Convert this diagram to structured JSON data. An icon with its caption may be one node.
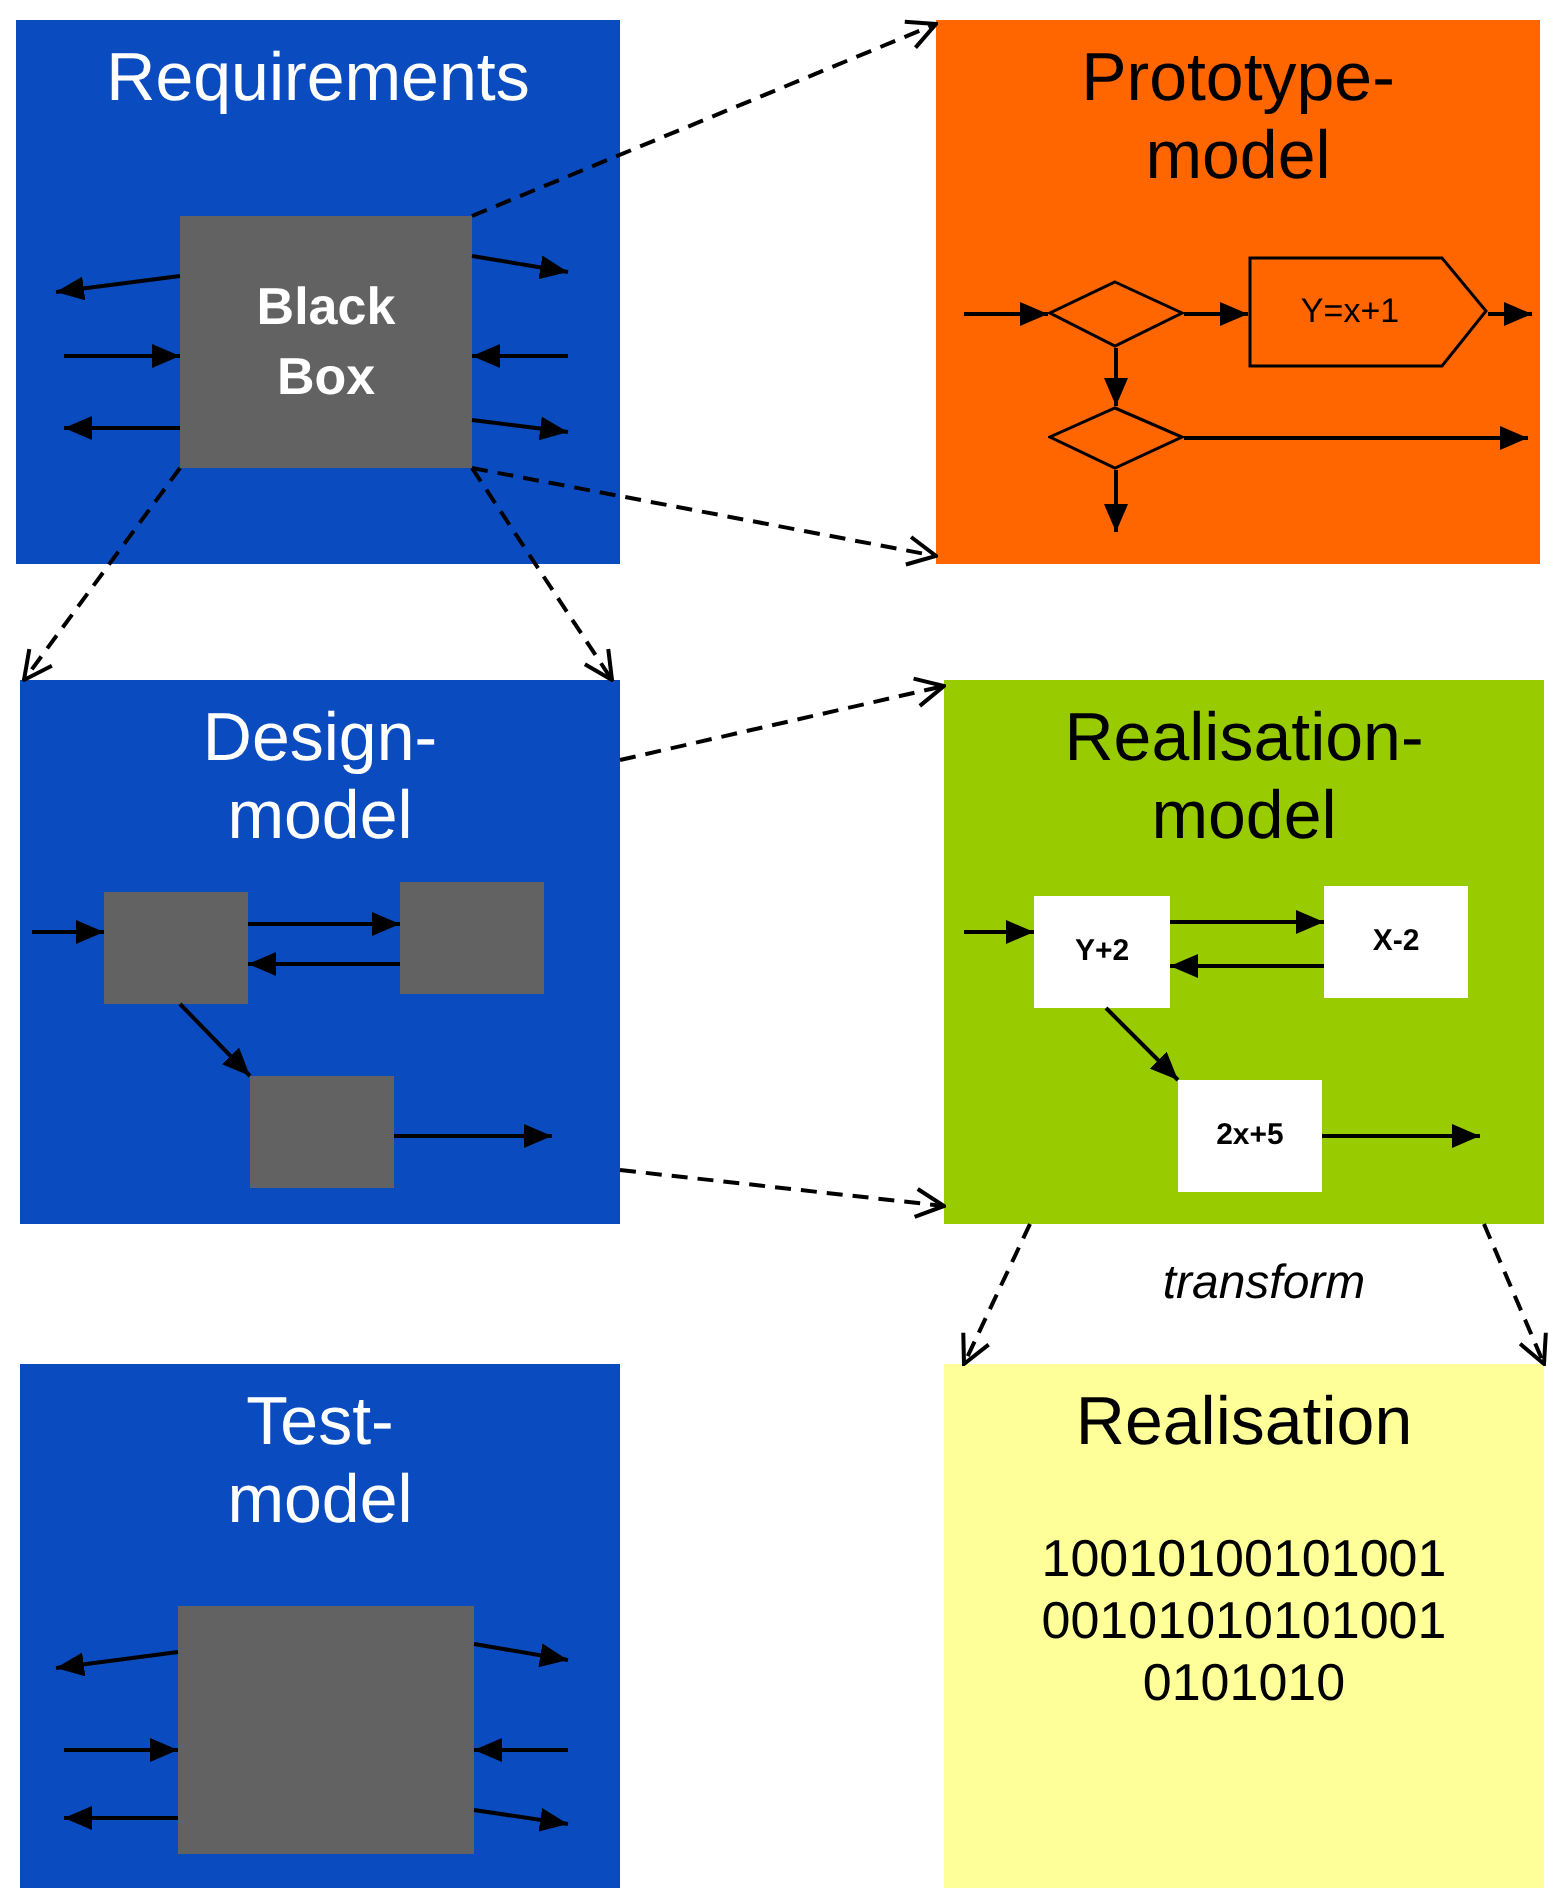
{
  "diagram": {
    "nodes": [
      {
        "text": [
          "Requirements"
        ]
      },
      {
        "text": [
          "Black Box"
        ],
        "in": 0
      },
      {
        "text": [
          "Prototype-model"
        ]
      },
      {
        "text": [],
        "shape": "diamond",
        "in": 2
      },
      {
        "text": [
          "Y=x+1"
        ],
        "in": 2
      },
      {
        "text": [],
        "shape": "diamond",
        "in": 2
      },
      {
        "text": [
          "Design-model"
        ]
      },
      {
        "text": [],
        "shape": "box",
        "in": 6
      },
      {
        "text": [],
        "shape": "box",
        "in": 6
      },
      {
        "text": [],
        "shape": "box",
        "in": 6
      },
      {
        "text": [
          "Realisation-model"
        ]
      },
      {
        "text": [
          "Y+2"
        ],
        "in": 10
      },
      {
        "text": [
          "X-2"
        ],
        "in": 10
      },
      {
        "text": [
          "2x+5"
        ],
        "in": 10
      },
      {
        "text": [
          "Realisation",
          "10010100101001 00101010101001 0101010"
        ]
      },
      {
        "text": [
          "Test-model"
        ]
      },
      {
        "text": [],
        "shape": "box",
        "in": 15
      }
    ],
    "edges": [
      {
        "from": 1,
        "to": 2,
        "arrow": "to",
        "style": "dashed"
      },
      {
        "from": 1,
        "to": 2,
        "arrow": "to",
        "style": "dashed"
      },
      {
        "from": 1,
        "to": 6,
        "arrow": "to",
        "style": "dashed"
      },
      {
        "from": 1,
        "to": 6,
        "arrow": "to",
        "style": "dashed"
      },
      {
        "from": 6,
        "to": 10,
        "arrow": "to",
        "style": "dashed"
      },
      {
        "from": 6,
        "to": 10,
        "arrow": "to",
        "style": "dashed"
      },
      {
        "from": 10,
        "to": 14,
        "arrow": "to",
        "style": "dashed"
      },
      {
        "from": 10,
        "to": 14,
        "arrow": "to",
        "style": "dashed"
      },
      {
        "from": 1,
        "to": null,
        "arrow": "to"
      },
      {
        "from": null,
        "to": 1,
        "arrow": "to"
      },
      {
        "from": 1,
        "to": null,
        "arrow": "to"
      },
      {
        "from": 1,
        "to": null,
        "arrow": "to"
      },
      {
        "from": null,
        "to": 1,
        "arrow": "to"
      },
      {
        "from": 1,
        "to": null,
        "arrow": "to"
      },
      {
        "from": null,
        "to": 3,
        "arrow": "to"
      },
      {
        "from": 3,
        "to": 4,
        "arrow": "to"
      },
      {
        "from": 4,
        "to": null,
        "arrow": "to"
      },
      {
        "from": 3,
        "to": 5,
        "arrow": "to"
      },
      {
        "from": 5,
        "to": null,
        "arrow": "to"
      },
      {
        "from": 5,
        "to": null,
        "arrow": "to"
      },
      {
        "from": null,
        "to": 7,
        "arrow": "to"
      },
      {
        "from": 7,
        "to": 8,
        "arrow": "to"
      },
      {
        "from": 8,
        "to": 7,
        "arrow": "to"
      },
      {
        "from": 7,
        "to": 9,
        "arrow": "to"
      },
      {
        "from": 9,
        "to": null,
        "arrow": "to"
      },
      {
        "from": null,
        "to": 11,
        "arrow": "to"
      },
      {
        "from": 11,
        "to": 12,
        "arrow": "to"
      },
      {
        "from": 12,
        "to": 11,
        "arrow": "to"
      },
      {
        "from": 11,
        "to": 13,
        "arrow": "to"
      },
      {
        "from": 13,
        "to": null,
        "arrow": "to"
      },
      {
        "from": 16,
        "to": null,
        "arrow": "to"
      },
      {
        "from": null,
        "to": 16,
        "arrow": "to"
      },
      {
        "from": 16,
        "to": null,
        "arrow": "to"
      },
      {
        "from": 16,
        "to": null,
        "arrow": "to"
      },
      {
        "from": null,
        "to": 16,
        "arrow": "to"
      },
      {
        "from": 16,
        "to": null,
        "arrow": "to"
      }
    ],
    "labels": [
      "transform"
    ]
  }
}
